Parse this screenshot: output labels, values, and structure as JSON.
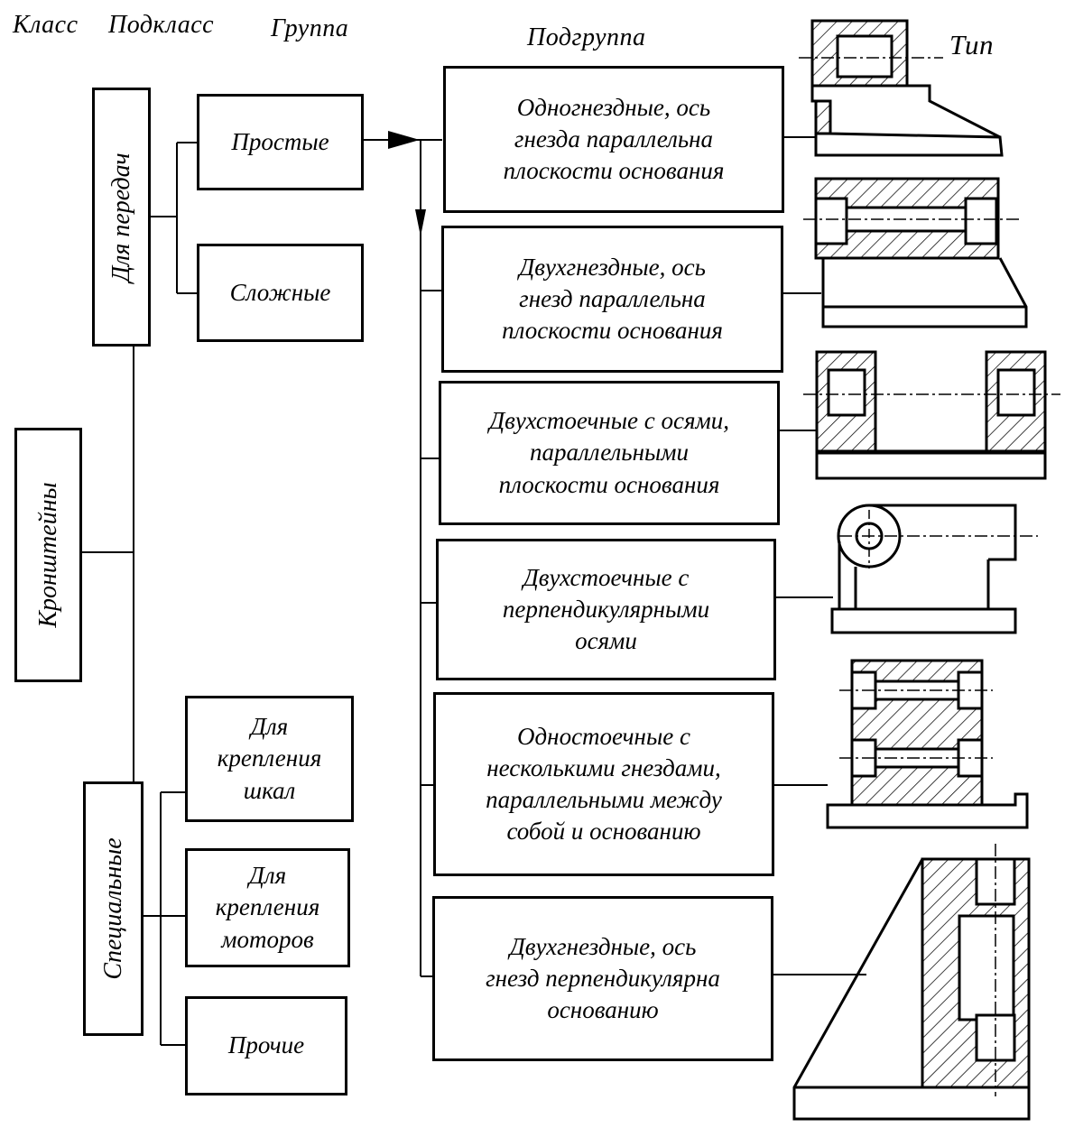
{
  "headers": {
    "class": "Класс",
    "subclass": "Подкласс",
    "group": "Группа",
    "subgroup": "Подгруппа",
    "type": "Тип"
  },
  "class_box": {
    "label": "Кронштейны"
  },
  "subclasses": [
    {
      "label": "Для передач"
    },
    {
      "label": "Специальные"
    }
  ],
  "groups": [
    {
      "label": "Простые"
    },
    {
      "label": "Сложные"
    },
    {
      "label": "Для\nкрепления\nшкал"
    },
    {
      "label": "Для\nкрепления\nмоторов"
    },
    {
      "label": "Прочие"
    }
  ],
  "subgroups": [
    {
      "label": "Одногнездные, ось\nгнезда параллельна\nплоскости основания"
    },
    {
      "label": "Двухгнездные, ось\nгнезд параллельна\nплоскости основания"
    },
    {
      "label": "Двухстоечные с осями,\nпараллельными\nплоскости основания"
    },
    {
      "label": "Двухстоечные с\nперпендикулярными\nосями"
    },
    {
      "label": "Одностоечные с\nнесколькими гнездами,\nпараллельными между\nсобой и основанию"
    },
    {
      "label": "Двухгнездные, ось\nгнезд перпендикулярна\nоснованию"
    }
  ],
  "type_drawings": [
    {
      "icon": "single-socket-bracket-drawing"
    },
    {
      "icon": "double-socket-bracket-drawing"
    },
    {
      "icon": "two-post-parallel-axes-drawing"
    },
    {
      "icon": "two-post-perpendicular-axes-drawing"
    },
    {
      "icon": "single-post-multi-socket-drawing"
    },
    {
      "icon": "perpendicular-socket-bracket-drawing"
    }
  ]
}
